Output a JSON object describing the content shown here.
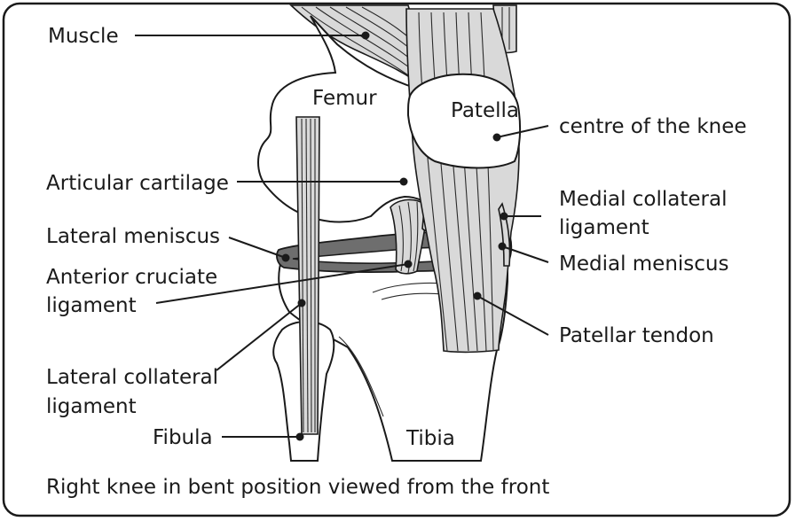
{
  "labels": {
    "muscle": "Muscle",
    "femur": "Femur",
    "patella": "Patella",
    "centre_of_knee": "centre of the knee",
    "articular_cartilage": "Articular cartilage",
    "medial_collateral_1": "Medial collateral",
    "medial_collateral_2": "ligament",
    "lateral_meniscus": "Lateral meniscus",
    "medial_meniscus": "Medial meniscus",
    "anterior_cruciate_1": "Anterior cruciate",
    "anterior_cruciate_2": "ligament",
    "patellar_tendon": "Patellar tendon",
    "lateral_collateral_1": "Lateral collateral",
    "lateral_collateral_2": "ligament",
    "fibula": "Fibula",
    "tibia": "Tibia"
  },
  "caption": "Right knee in bent position viewed from the front"
}
